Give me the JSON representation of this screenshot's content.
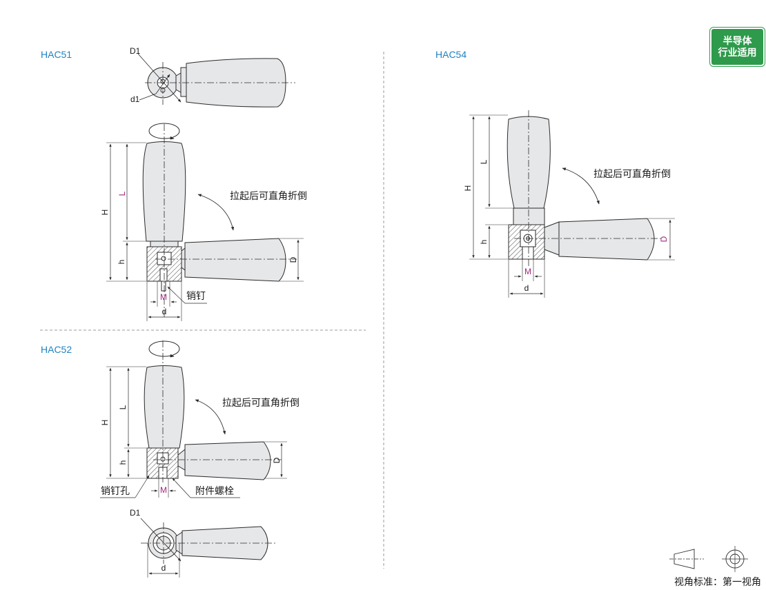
{
  "badge": {
    "line1": "半导体",
    "line2": "行业适用"
  },
  "models": {
    "hac51": {
      "title": "HAC51"
    },
    "hac52": {
      "title": "HAC52"
    },
    "hac54": {
      "title": "HAC54"
    }
  },
  "annotations": {
    "fold_note": "拉起后可直角折倒",
    "pin": "销钉",
    "pin_hole": "销钉孔",
    "bolt": "附件螺栓"
  },
  "dimensions": {
    "D1": "D1",
    "d1": "d1",
    "H": "H",
    "L": "L",
    "h": "h",
    "D": "D",
    "M": "M",
    "d": "d"
  },
  "footer": {
    "view_standard": "视角标准：第一视角"
  },
  "colors": {
    "title_blue": "#1f82c0",
    "badge_green": "#2e9a4b",
    "dimension_magenta": "#a0257f",
    "handle_fill": "#e6e7e9",
    "outline": "#2a2a2a"
  }
}
